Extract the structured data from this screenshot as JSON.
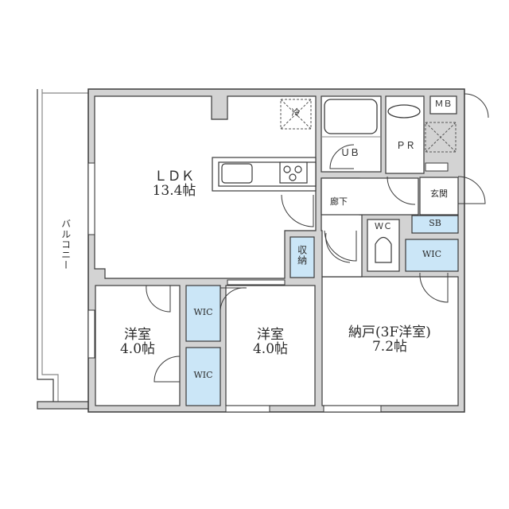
{
  "plan": {
    "colors": {
      "wall_fill": "#d3d3d3",
      "wall_line": "#3a3a3a",
      "storage_fill": "#cbe6f7",
      "background": "#ffffff"
    },
    "rooms": {
      "ldk": {
        "name": "ＬＤＫ",
        "size": "13.4帖"
      },
      "western1": {
        "name": "洋室",
        "size": "4.0帖"
      },
      "western2": {
        "name": "洋室",
        "size": "4.0帖"
      },
      "storeroom": {
        "name": "納戸(3F洋室)",
        "size": "7.2帖"
      },
      "ub": {
        "name": "ＵＢ"
      },
      "pr": {
        "name": "ＰＲ"
      },
      "mb": {
        "name": "ＭＢ"
      },
      "hallway": {
        "name": "廊下"
      },
      "entrance": {
        "name": "玄関"
      },
      "wc": {
        "name": "ＷＣ"
      },
      "sb": {
        "name": "SB"
      },
      "wic_entry": {
        "name": "WIC"
      },
      "wic_upper": {
        "name": "WIC"
      },
      "wic_lower": {
        "name": "WIC"
      },
      "closet": {
        "name": "収納"
      },
      "balcony": {
        "name": "バルコニー"
      },
      "fridge": {
        "name": "冷"
      }
    }
  }
}
